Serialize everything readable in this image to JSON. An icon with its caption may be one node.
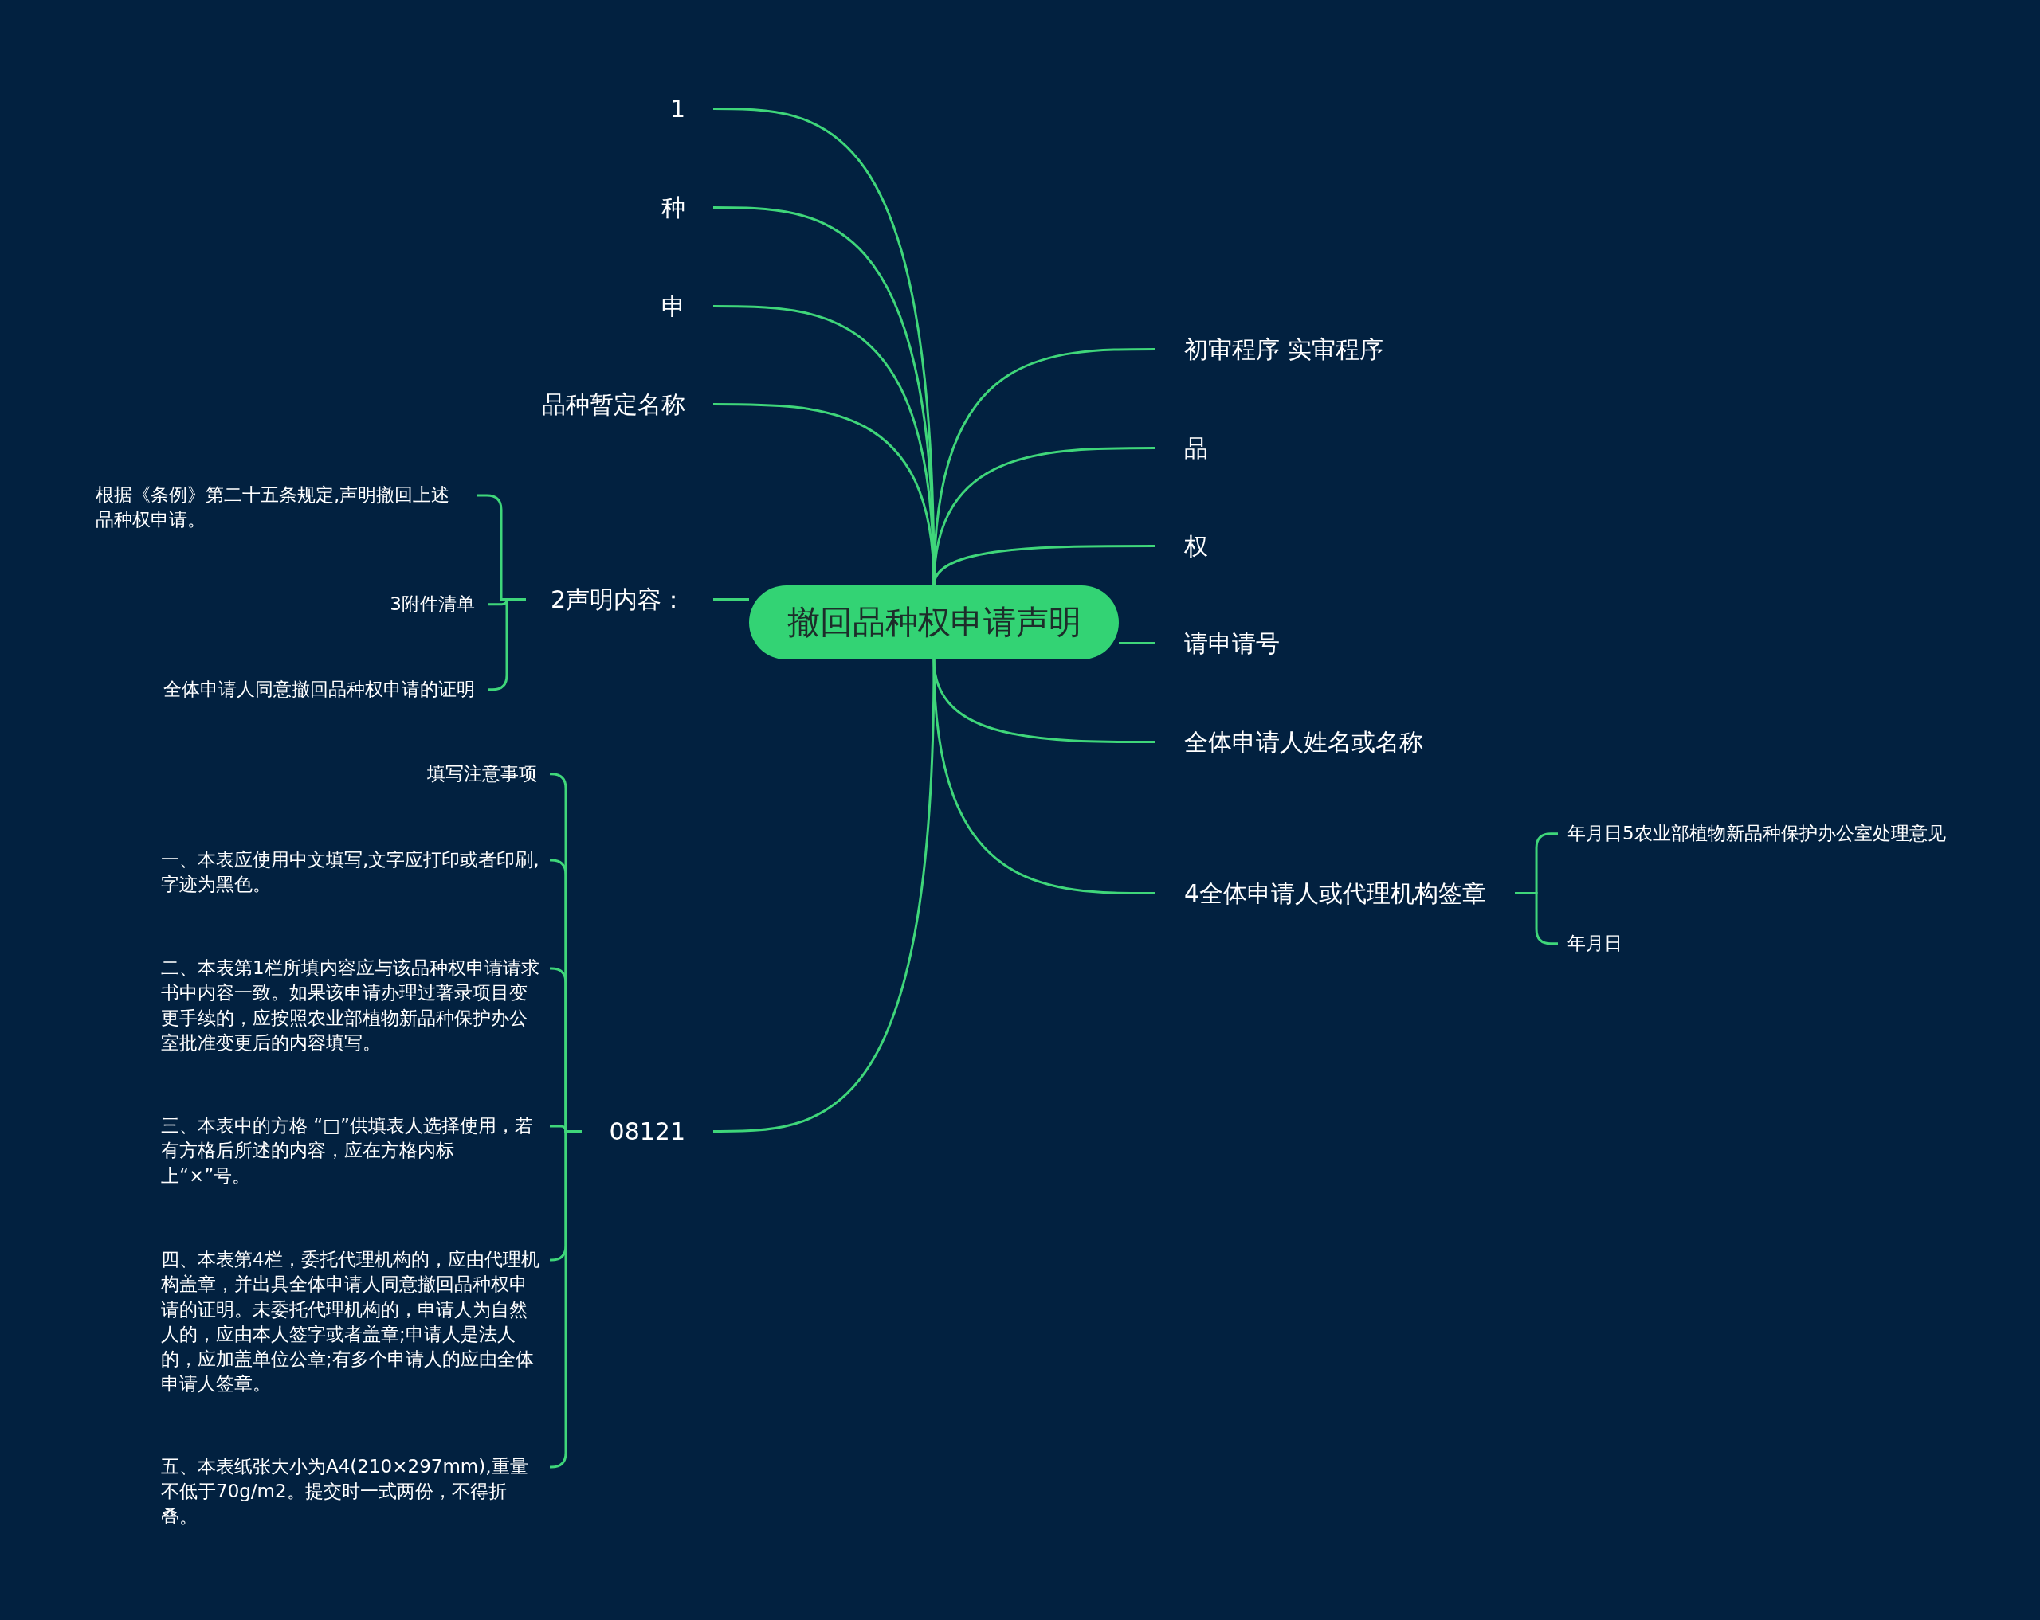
{
  "diagram": {
    "nodes": [
      {
        "text": [
          "撤回品种权申请声明"
        ]
      },
      {
        "text": [
          "1"
        ]
      },
      {
        "text": [
          "种"
        ]
      },
      {
        "text": [
          "申"
        ]
      },
      {
        "text": [
          "品种暂定名称"
        ]
      },
      {
        "text": [
          "2声明内容："
        ]
      },
      {
        "text": [
          "根据《条例》第二十五条规定,声明撤回上述品种权申请。"
        ]
      },
      {
        "text": [
          "3附件清单"
        ]
      },
      {
        "text": [
          "全体申请人同意撤回品种权申请的证明"
        ]
      },
      {
        "text": [
          "08121"
        ]
      },
      {
        "text": [
          "填写注意事项"
        ]
      },
      {
        "text": [
          "一、本表应使用中文填写,文字应打印或者印刷,字迹为黑色。"
        ]
      },
      {
        "text": [
          "二、本表第1栏所填内容应与该品种权申请请求书中内容一致。如果该申请办理过著录项目变更手续的，应按照农业部植物新品种保护办公室批准变更后的内容填写。"
        ]
      },
      {
        "text": [
          "三、本表中的方格 “□”供填表人选择使用，若有方格后所述的内容，应在方格内标上“×”号。"
        ]
      },
      {
        "text": [
          "四、本表第4栏，委托代理机构的，应由代理机构盖章，并出具全体申请人同意撤回品种权申请的证明。未委托代理机构的，申请人为自然人的，应由本人签字或者盖章;申请人是法人的，应加盖单位公章;有多个申请人的应由全体申请人签章。"
        ]
      },
      {
        "text": [
          "五、本表纸张大小为A4(210×297mm),重量不低于70g/m2。提交时一式两份，不得折叠。"
        ]
      },
      {
        "text": [
          "初审程序 实审程序"
        ]
      },
      {
        "text": [
          "品"
        ]
      },
      {
        "text": [
          "权"
        ]
      },
      {
        "text": [
          "请申请号"
        ]
      },
      {
        "text": [
          "全体申请人姓名或名称"
        ]
      },
      {
        "text": [
          "4全体申请人或代理机构签章"
        ]
      },
      {
        "text": [
          "年月日5农业部植物新品种保护办公室处理意见"
        ]
      },
      {
        "text": [
          "年月日"
        ]
      }
    ],
    "edges": [
      {
        "from": 0,
        "to": 1,
        "arrow": "none"
      },
      {
        "from": 0,
        "to": 2,
        "arrow": "none"
      },
      {
        "from": 0,
        "to": 3,
        "arrow": "none"
      },
      {
        "from": 0,
        "to": 4,
        "arrow": "none"
      },
      {
        "from": 0,
        "to": 5,
        "arrow": "none"
      },
      {
        "from": 5,
        "to": 6,
        "arrow": "none"
      },
      {
        "from": 5,
        "to": 7,
        "arrow": "none"
      },
      {
        "from": 5,
        "to": 8,
        "arrow": "none"
      },
      {
        "from": 0,
        "to": 9,
        "arrow": "none"
      },
      {
        "from": 9,
        "to": 10,
        "arrow": "none"
      },
      {
        "from": 9,
        "to": 11,
        "arrow": "none"
      },
      {
        "from": 9,
        "to": 12,
        "arrow": "none"
      },
      {
        "from": 9,
        "to": 13,
        "arrow": "none"
      },
      {
        "from": 9,
        "to": 14,
        "arrow": "none"
      },
      {
        "from": 9,
        "to": 15,
        "arrow": "none"
      },
      {
        "from": 0,
        "to": 16,
        "arrow": "none"
      },
      {
        "from": 0,
        "to": 17,
        "arrow": "none"
      },
      {
        "from": 0,
        "to": 18,
        "arrow": "none"
      },
      {
        "from": 0,
        "to": 19,
        "arrow": "none"
      },
      {
        "from": 0,
        "to": 20,
        "arrow": "none"
      },
      {
        "from": 0,
        "to": 21,
        "arrow": "none"
      },
      {
        "from": 21,
        "to": 22,
        "arrow": "none"
      },
      {
        "from": 21,
        "to": 23,
        "arrow": "none"
      }
    ]
  }
}
